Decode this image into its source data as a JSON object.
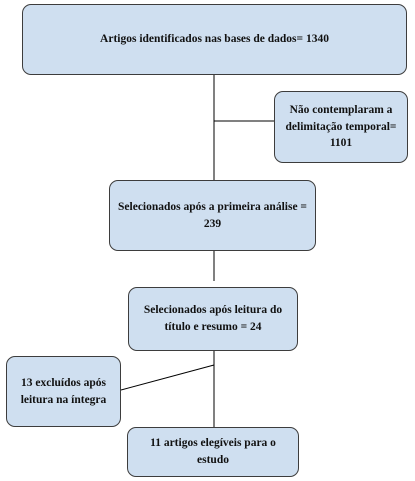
{
  "flowchart": {
    "box_identified": "Artigos identificados nas bases de dados= 1340",
    "box_excluded_temporal": "Não contemplaram a delimitação temporal= 1101",
    "box_first_analysis": "Selecionados após a primeira análise = 239",
    "box_title_abstract": "Selecionados após leitura do título e resumo = 24",
    "box_excluded_full": "13 excluídos após leitura na íntegra",
    "box_eligible": "11 artigos elegíveis para o estudo"
  },
  "colors": {
    "box_fill": "#cfdff0",
    "box_border": "#3d3d3d",
    "connector": "#000000"
  }
}
